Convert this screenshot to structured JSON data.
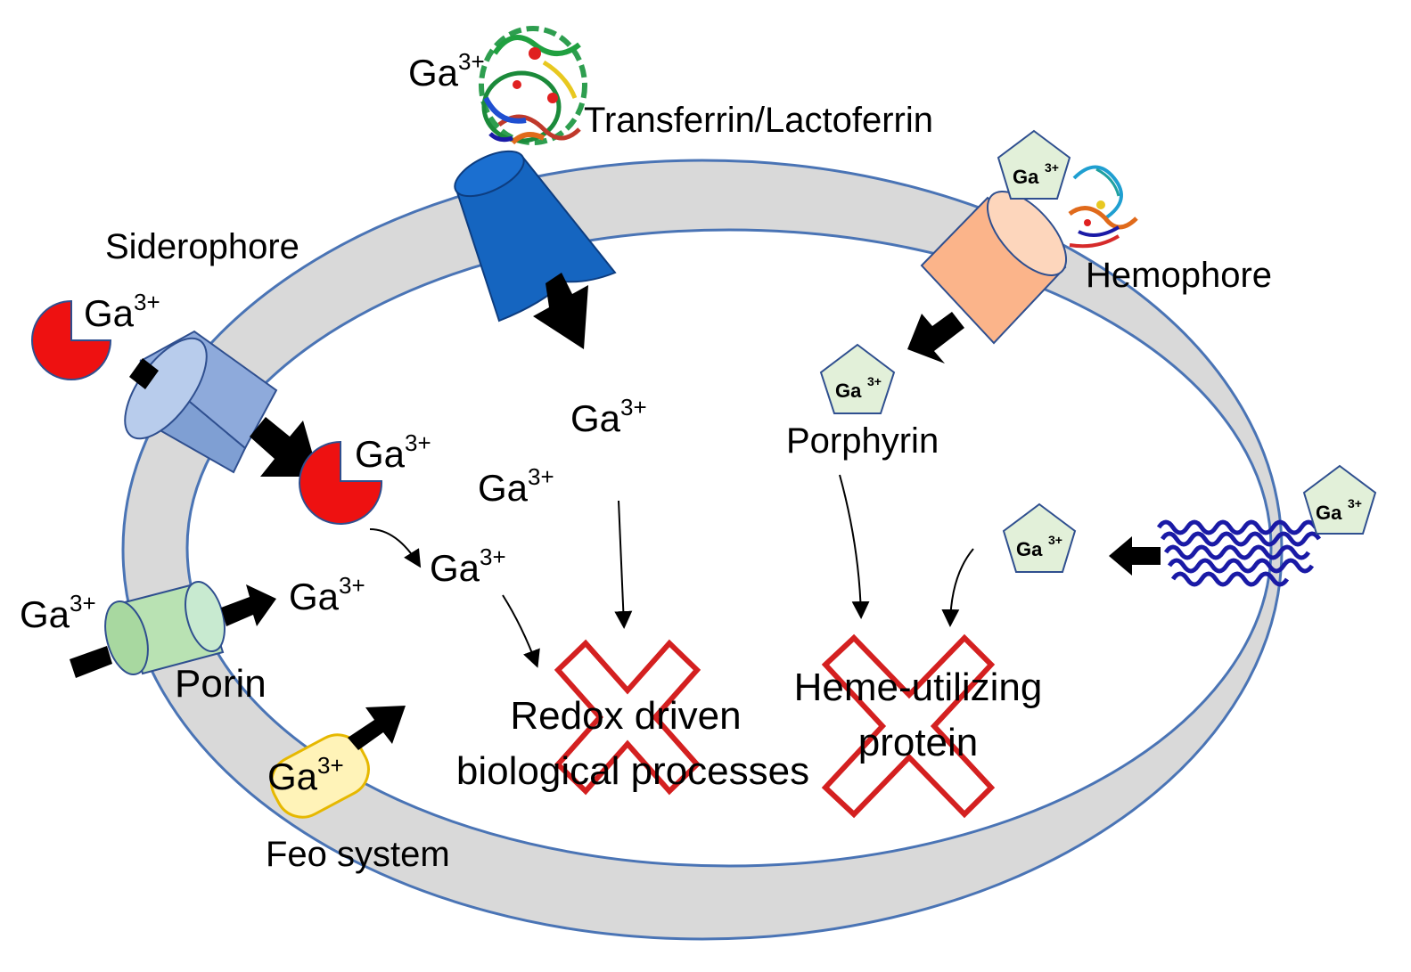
{
  "labels": {
    "transferrin": "Transferrin/Lactoferrin",
    "siderophore": "Siderophore",
    "hemophore": "Hemophore",
    "porphyrin": "Porphyrin",
    "porin": "Porin",
    "feo": "Feo system",
    "redox_line1": "Redox driven",
    "redox_line2": "biological processes",
    "heme_line1": "Heme-utilizing",
    "heme_line2": "protein"
  },
  "ion": {
    "symbol": "Ga",
    "charge": "3+"
  },
  "colors": {
    "membrane_fill": "#d9d9d9",
    "membrane_stroke": "#4a74b5",
    "transferrin_receptor": "#1565c0",
    "siderophore_receptor": "#8eaadb",
    "hemophore_receptor": "#fbb48a",
    "porin": "#b9e2b3",
    "feo": "#fff3b8",
    "siderophore": "#ee1111",
    "pentagon": "#e2f0d9",
    "cross": "#d42020",
    "helix": "#1a1aa6"
  }
}
